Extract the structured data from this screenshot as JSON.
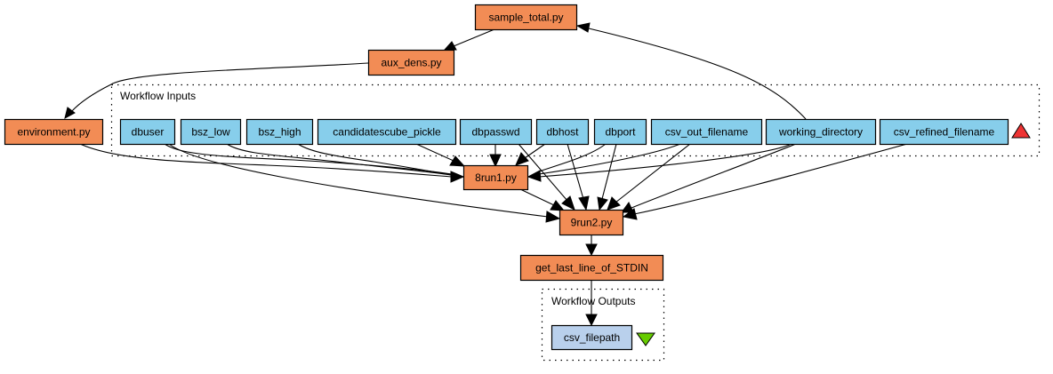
{
  "diagram": {
    "type": "workflow-graph",
    "colors": {
      "step_fill": "#f28c55",
      "input_fill": "#87ceeb",
      "output_fill": "#b9d0ec",
      "inputs_marker": "#ee3333",
      "outputs_marker": "#66cc00"
    },
    "clusters": {
      "inputs": {
        "label": "Workflow Inputs",
        "marker": "triangle-up-icon"
      },
      "outputs": {
        "label": "Workflow Outputs",
        "marker": "triangle-down-icon"
      }
    },
    "steps": [
      {
        "id": "sample_total",
        "label": "sample_total.py"
      },
      {
        "id": "aux_dens",
        "label": "aux_dens.py"
      },
      {
        "id": "environment",
        "label": "environment.py"
      },
      {
        "id": "run1",
        "label": "8run1.py"
      },
      {
        "id": "run2",
        "label": "9run2.py"
      },
      {
        "id": "get_last_line",
        "label": "get_last_line_of_STDIN"
      }
    ],
    "inputs": [
      {
        "id": "dbuser",
        "label": "dbuser"
      },
      {
        "id": "bsz_low",
        "label": "bsz_low"
      },
      {
        "id": "bsz_high",
        "label": "bsz_high"
      },
      {
        "id": "candidatescube_pickle",
        "label": "candidatescube_pickle"
      },
      {
        "id": "dbpasswd",
        "label": "dbpasswd"
      },
      {
        "id": "dbhost",
        "label": "dbhost"
      },
      {
        "id": "dbport",
        "label": "dbport"
      },
      {
        "id": "csv_out_filename",
        "label": "csv_out_filename"
      },
      {
        "id": "working_directory",
        "label": "working_directory"
      },
      {
        "id": "csv_refined_filename",
        "label": "csv_refined_filename"
      }
    ],
    "outputs": [
      {
        "id": "csv_filepath",
        "label": "csv_filepath"
      }
    ],
    "edges": [
      {
        "from": "working_directory",
        "to": "sample_total"
      },
      {
        "from": "sample_total",
        "to": "aux_dens"
      },
      {
        "from": "aux_dens",
        "to": "environment"
      },
      {
        "from": "environment",
        "to": "run1"
      },
      {
        "from": "dbuser",
        "to": "run1"
      },
      {
        "from": "bsz_low",
        "to": "run1"
      },
      {
        "from": "bsz_high",
        "to": "run1"
      },
      {
        "from": "candidatescube_pickle",
        "to": "run1"
      },
      {
        "from": "dbpasswd",
        "to": "run1"
      },
      {
        "from": "dbhost",
        "to": "run1"
      },
      {
        "from": "dbport",
        "to": "run1"
      },
      {
        "from": "csv_out_filename",
        "to": "run1"
      },
      {
        "from": "working_directory",
        "to": "run1"
      },
      {
        "from": "dbuser",
        "to": "run2"
      },
      {
        "from": "run1",
        "to": "run2"
      },
      {
        "from": "dbpasswd",
        "to": "run2"
      },
      {
        "from": "dbhost",
        "to": "run2"
      },
      {
        "from": "dbport",
        "to": "run2"
      },
      {
        "from": "csv_out_filename",
        "to": "run2"
      },
      {
        "from": "working_directory",
        "to": "run2"
      },
      {
        "from": "csv_refined_filename",
        "to": "run2"
      },
      {
        "from": "run2",
        "to": "get_last_line"
      },
      {
        "from": "get_last_line",
        "to": "csv_filepath"
      }
    ]
  }
}
